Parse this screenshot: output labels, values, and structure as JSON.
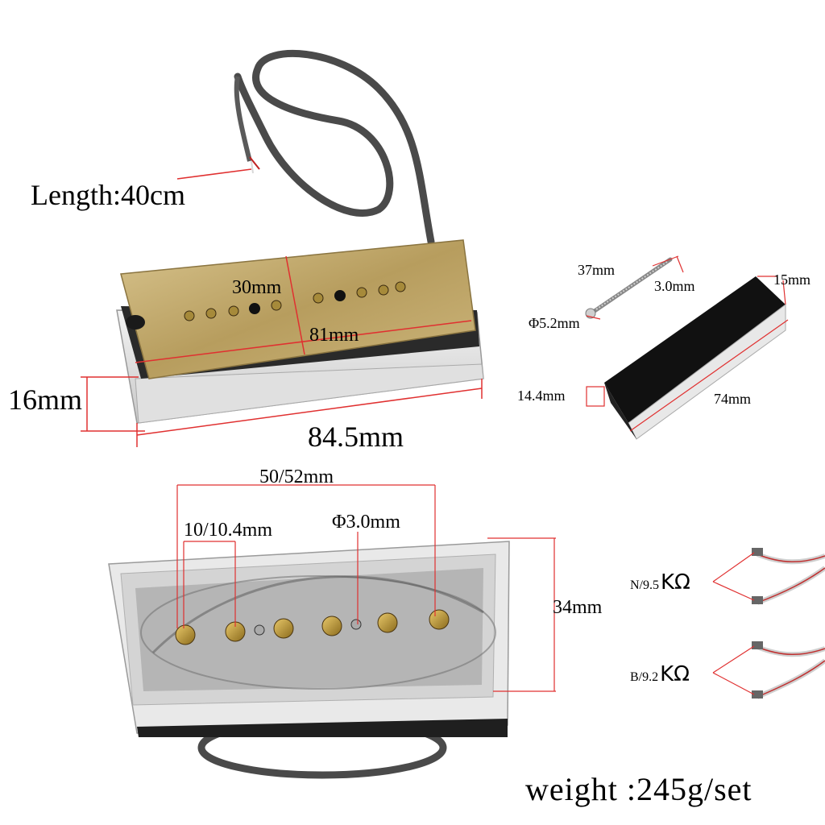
{
  "labels": {
    "cable_length": "Length:40cm",
    "pole_spacing_top": "30mm",
    "top_length": "81mm",
    "height": "16mm",
    "base_length": "84.5mm",
    "screw_length": "37mm",
    "screw_thread": "3.0mm",
    "screw_diameter": "Φ5.2mm",
    "magnet_height": "15mm",
    "magnet_width": "14.4mm",
    "magnet_length": "74mm",
    "outer_pole_span": "50/52mm",
    "pole_pitch": "10/10.4mm",
    "pole_diameter": "Φ3.0mm",
    "cover_width": "34mm",
    "neck_name": "N/9.5",
    "bridge_name": "B/9.2",
    "ohm_unit": "KΩ",
    "weight": "weight  :245g/set"
  },
  "colors": {
    "dimension_line": "#e03030",
    "gold_plate": "#c9b27a",
    "cable": "#4a4a4a",
    "magnet": "#111111"
  }
}
